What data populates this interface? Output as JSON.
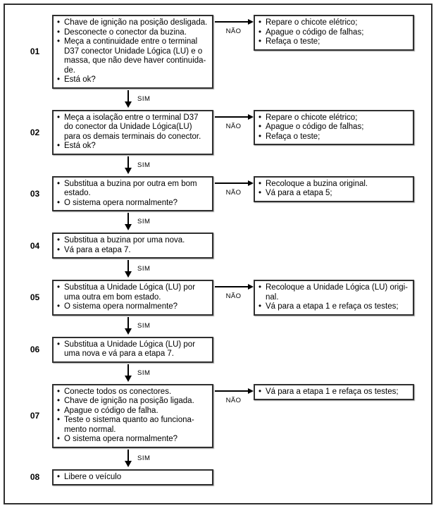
{
  "labels": {
    "yes": "SIM",
    "no": "NÃO"
  },
  "colors": {
    "border": "#2f2f2f",
    "text": "#000000",
    "background": "#ffffff",
    "arrow": "#000000"
  },
  "steps": [
    {
      "number": "01",
      "main": [
        "Chave de ignição na posição desligada.",
        "Desconecte o conector da buzina.",
        "Meça a continuidade entre o terminal\nD37 conector Unidade Lógica (LU) e o\nmassa, que não deve haver continuida-\nde.",
        "Está ok?"
      ],
      "no_branch": [
        "Repare o chicote elétrico;",
        "Apague o código de falhas;",
        "Refaça o teste;"
      ]
    },
    {
      "number": "02",
      "main": [
        "Meça a isolação entre o terminal D37\ndo conector da Unidade Lógica(LU)\npara os demais terminais do conector.",
        "Está ok?"
      ],
      "no_branch": [
        "Repare o chicote elétrico;",
        "Apague o código de falhas;",
        "Refaça o teste;"
      ]
    },
    {
      "number": "03",
      "main": [
        "Substitua a buzina por outra em bom\nestado.",
        "O sistema opera normalmente?"
      ],
      "no_branch": [
        "Recoloque a buzina original.",
        "Vá para a etapa 5;"
      ]
    },
    {
      "number": "04",
      "main": [
        "Substitua a buzina por uma nova.",
        "Vá para a etapa 7."
      ],
      "no_branch": null
    },
    {
      "number": "05",
      "main": [
        "Substitua a Unidade Lógica (LU) por\numa outra em bom estado.",
        "O sistema opera normalmente?"
      ],
      "no_branch": [
        "Recoloque a Unidade Lógica (LU) origi-\nnal.",
        "Vá para a etapa 1 e refaça os testes;"
      ]
    },
    {
      "number": "06",
      "main": [
        "Substitua a Unidade Lógica (LU) por\numa nova e vá para a etapa 7."
      ],
      "no_branch": null
    },
    {
      "number": "07",
      "main": [
        "Conecte todos os conectores.",
        "Chave de ignição na posição ligada.",
        "Apague o código de falha.",
        "Teste o sistema quanto ao funciona-\nmento normal.",
        "O sistema opera normalmente?"
      ],
      "no_branch": [
        "Vá para a etapa 1 e refaça os testes;"
      ]
    },
    {
      "number": "08",
      "main": [
        "Libere o veículo"
      ],
      "no_branch": null
    }
  ]
}
